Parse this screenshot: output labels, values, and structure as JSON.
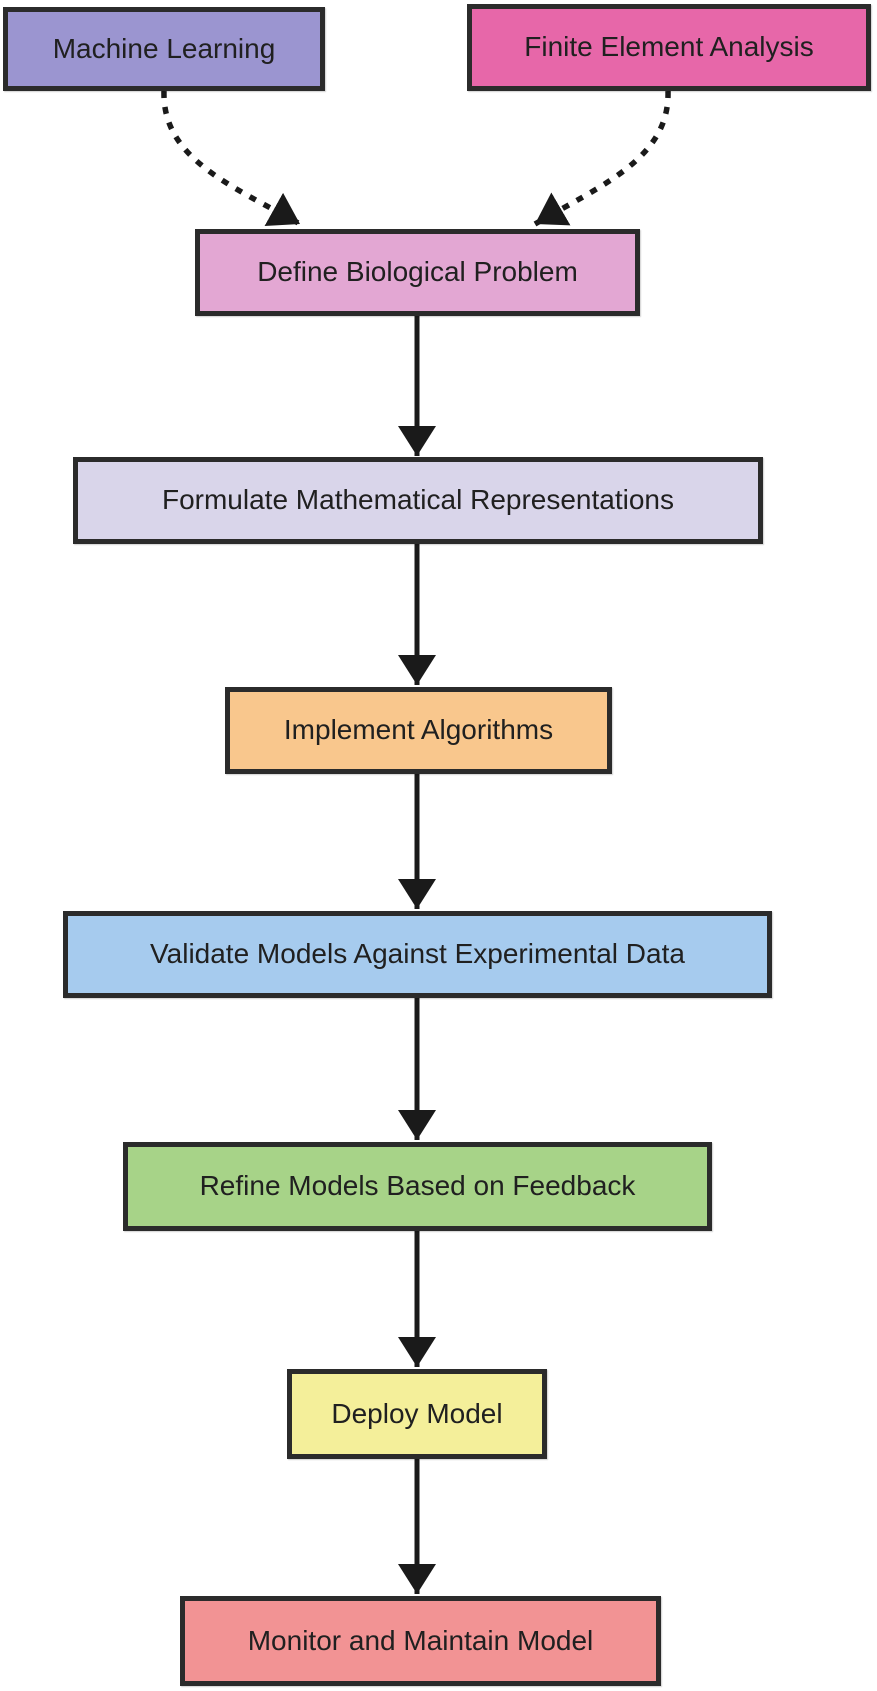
{
  "canvas": {
    "background": "#ffffff",
    "border_color": "#2b2b2b",
    "arrow_color": "#1a1a1a",
    "text_color": "#202020"
  },
  "nodes": [
    {
      "id": "machine-learning",
      "label": "Machine Learning",
      "color": "#9b95d0"
    },
    {
      "id": "finite-element-analysis",
      "label": "Finite Element Analysis",
      "color": "#e767a9"
    },
    {
      "id": "define-biological-problem",
      "label": "Define Biological Problem",
      "color": "#e3a7d3"
    },
    {
      "id": "formulate-mathematical-representations",
      "label": "Formulate Mathematical Representations",
      "color": "#d9d5ea"
    },
    {
      "id": "implement-algorithms",
      "label": "Implement Algorithms",
      "color": "#f9c78d"
    },
    {
      "id": "validate-models",
      "label": "Validate Models Against Experimental Data",
      "color": "#a6cbee"
    },
    {
      "id": "refine-models",
      "label": "Refine Models Based on Feedback",
      "color": "#a7d388"
    },
    {
      "id": "deploy-model",
      "label": "Deploy Model",
      "color": "#f4ef9a"
    },
    {
      "id": "monitor-maintain-model",
      "label": "Monitor and Maintain Model",
      "color": "#f29394"
    }
  ],
  "edges": [
    {
      "from": "machine-learning",
      "to": "define-biological-problem",
      "style": "dashed"
    },
    {
      "from": "finite-element-analysis",
      "to": "define-biological-problem",
      "style": "dashed"
    },
    {
      "from": "define-biological-problem",
      "to": "formulate-mathematical-representations",
      "style": "solid"
    },
    {
      "from": "formulate-mathematical-representations",
      "to": "implement-algorithms",
      "style": "solid"
    },
    {
      "from": "implement-algorithms",
      "to": "validate-models",
      "style": "solid"
    },
    {
      "from": "validate-models",
      "to": "refine-models",
      "style": "solid"
    },
    {
      "from": "refine-models",
      "to": "deploy-model",
      "style": "solid"
    },
    {
      "from": "deploy-model",
      "to": "monitor-maintain-model",
      "style": "solid"
    }
  ]
}
